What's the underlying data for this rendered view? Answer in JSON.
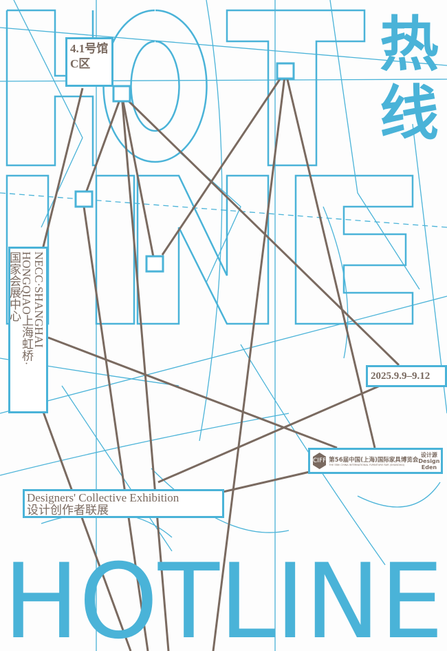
{
  "colors": {
    "accent": "#4ab3d8",
    "ink": "#7a6a60",
    "background": "#fdfdfd"
  },
  "title": {
    "cn_chars": [
      "热",
      "线"
    ],
    "en": "HOTLINE",
    "outline_top": "HOT",
    "outline_mid": "LINE"
  },
  "hall": {
    "line1": "4.1号馆",
    "line2": "C区"
  },
  "venue": {
    "col1": "NECC·SHANGHAI",
    "col2": "HONGQIAO上海虹桥·",
    "col3": "国家会展中心"
  },
  "date": "2025.9.9–9.12",
  "fair": {
    "logo": "CIFF",
    "name_cn": "第56届中国(上海)国际家具博览会",
    "name_en": "THE 56th CHINA INTERNATIONAL FURNITURE FAIR (SHANGHAI)",
    "partner_cn": "设计源",
    "partner_en_1": "Design",
    "partner_en_2": "Eden"
  },
  "exhibition": {
    "en": "Designers' Collective Exhibition",
    "cn": "设计创作者联展"
  }
}
